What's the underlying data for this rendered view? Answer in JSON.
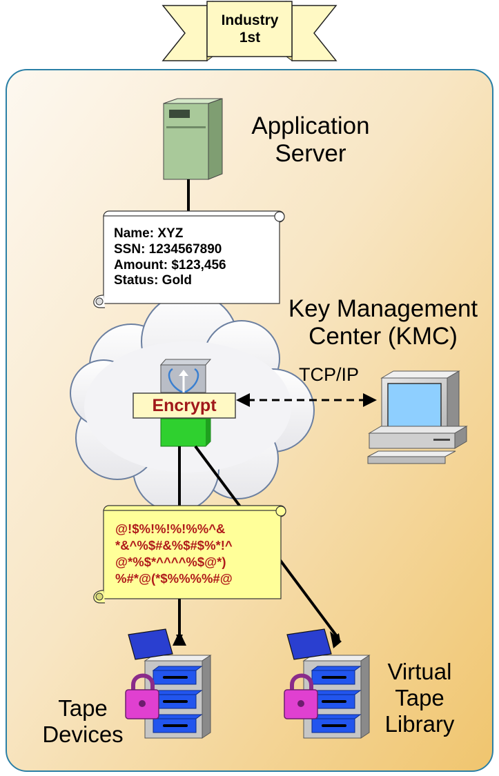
{
  "banner": {
    "line1": "Industry",
    "line2": "1st"
  },
  "application_server": {
    "line1": "Application",
    "line2": "Server"
  },
  "plain_record": {
    "name": "Name: XYZ",
    "ssn": "SSN: 1234567890",
    "amount": "Amount: $123,456",
    "status": "Status: Gold"
  },
  "encrypt_box": {
    "label": "Encrypt"
  },
  "kmc": {
    "line1": "Key Management",
    "line2": "Center (KMC)"
  },
  "connection": {
    "label": "TCP/IP"
  },
  "cipher_record": {
    "line1": "@!$%!%!%!%%^&",
    "line2": "*&^%$#&%$#$%*!^",
    "line3": "@*%$*^^^^%$@*)",
    "line4": "%#*@(*$%%%%#@"
  },
  "tape_devices": {
    "line1": "Tape",
    "line2": "Devices"
  },
  "virtual_tape_library": {
    "line1": "Virtual",
    "line2": "Tape",
    "line3": "Library"
  },
  "colors": {
    "panel_gradient_start": "#fdf8f0",
    "panel_gradient_end": "#f2c87a",
    "panel_border": "#2a7fa6",
    "banner_fill": "#fff9c4",
    "plain_scroll": "#ffffff",
    "cipher_scroll": "#ffff99",
    "cipher_text": "#b01a1a",
    "encrypt_label": "#a0181a",
    "server": "#a9c99a",
    "drive_green": "#33cc33",
    "lock": "#e040d0",
    "cartridge": "#2255ee"
  }
}
